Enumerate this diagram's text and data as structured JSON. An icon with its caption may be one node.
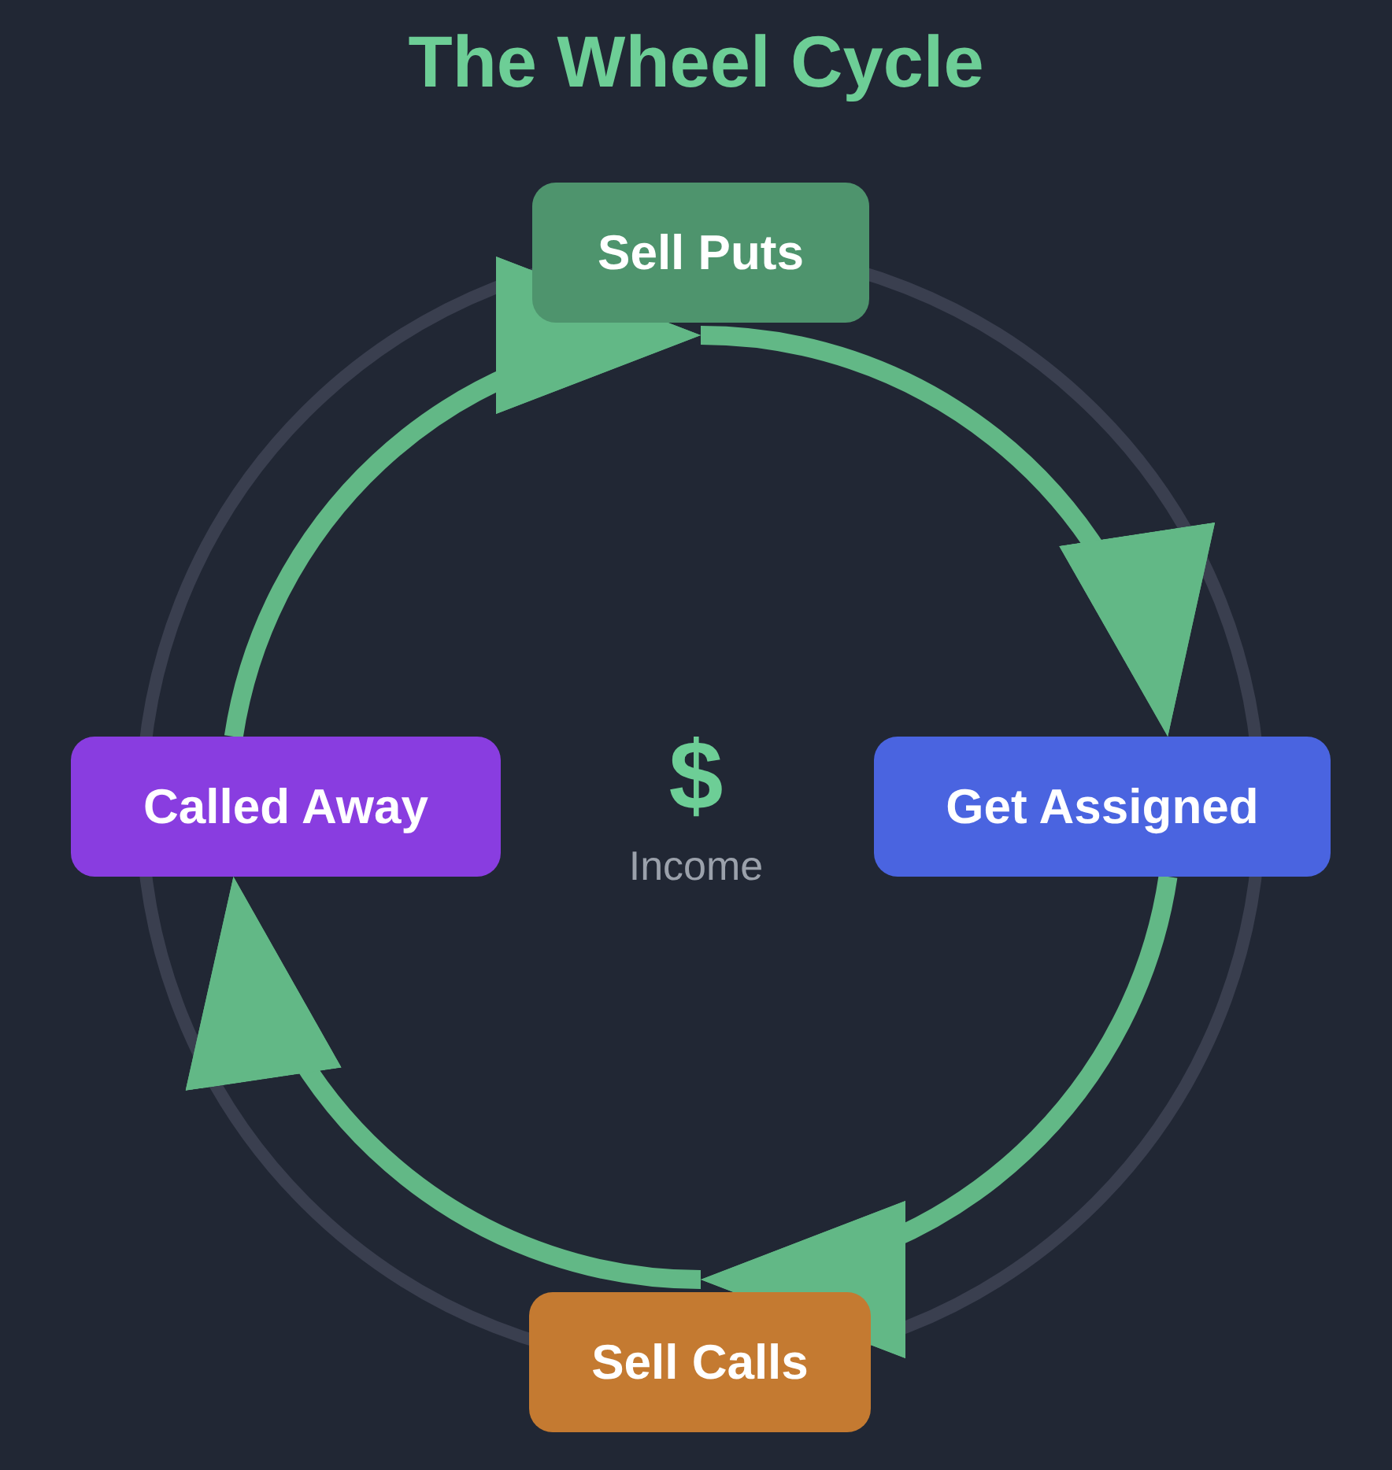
{
  "diagram": {
    "title": "The Wheel Cycle",
    "nodes": [
      {
        "text": [
          "Sell Puts"
        ]
      },
      {
        "text": [
          "Called Away"
        ]
      },
      {
        "text": [
          "Get Assigned"
        ]
      },
      {
        "text": [
          "Sell Calls"
        ]
      }
    ],
    "edges": [
      {
        "from": 0,
        "to": 2,
        "arrow": "to"
      },
      {
        "from": 2,
        "to": 3,
        "arrow": "to"
      },
      {
        "from": 3,
        "to": 1,
        "arrow": "to"
      },
      {
        "from": 1,
        "to": 0,
        "arrow": "to"
      }
    ],
    "labels": [
      "$",
      "Income"
    ]
  }
}
